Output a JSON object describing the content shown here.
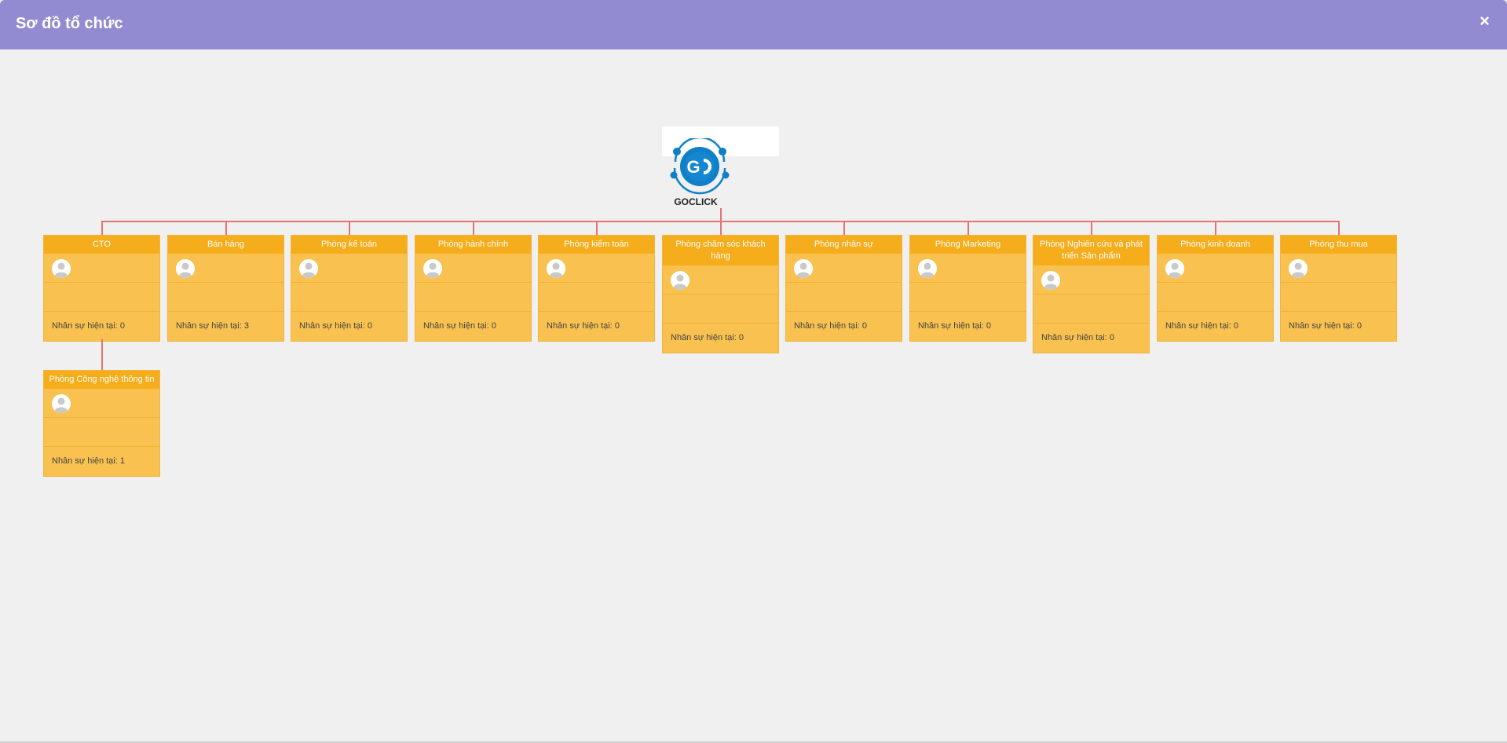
{
  "header": {
    "title": "Sơ đồ tổ chức",
    "close_label": "×"
  },
  "root": {
    "name": "GOCLICK",
    "logo_text": "G"
  },
  "colors": {
    "header": "#938bd1",
    "node_title": "#f6ad1b",
    "node_body": "#f8c150",
    "connector": "#e57373"
  },
  "departments": [
    {
      "title": "CTO",
      "count": "Nhân sự hiện tại: 0"
    },
    {
      "title": "Bán hàng",
      "count": "Nhân sự hiện tại: 3"
    },
    {
      "title": "Phòng kế toán",
      "count": "Nhân sự hiện tại: 0"
    },
    {
      "title": "Phòng hành chính",
      "count": "Nhân sự hiện tại: 0"
    },
    {
      "title": "Phòng kiểm toán",
      "count": "Nhân sự hiện tại: 0"
    },
    {
      "title": "Phòng chăm sóc khách hàng",
      "count": "Nhân sự hiện tại: 0"
    },
    {
      "title": "Phòng nhân sự",
      "count": "Nhân sự hiện tại: 0"
    },
    {
      "title": "Phòng Marketing",
      "count": "Nhân sự hiện tại: 0"
    },
    {
      "title": "Phòng Nghiên cứu và phát triển Sản phẩm",
      "count": "Nhân sự hiện tại: 0"
    },
    {
      "title": "Phòng kinh doanh",
      "count": "Nhân sự hiện tại: 0"
    },
    {
      "title": "Phòng thu mua",
      "count": "Nhân sự hiện tại: 0"
    }
  ],
  "sub_departments": [
    {
      "title": "Phòng Công nghệ thông tin",
      "count": "Nhân sự hiện tại: 1"
    }
  ]
}
